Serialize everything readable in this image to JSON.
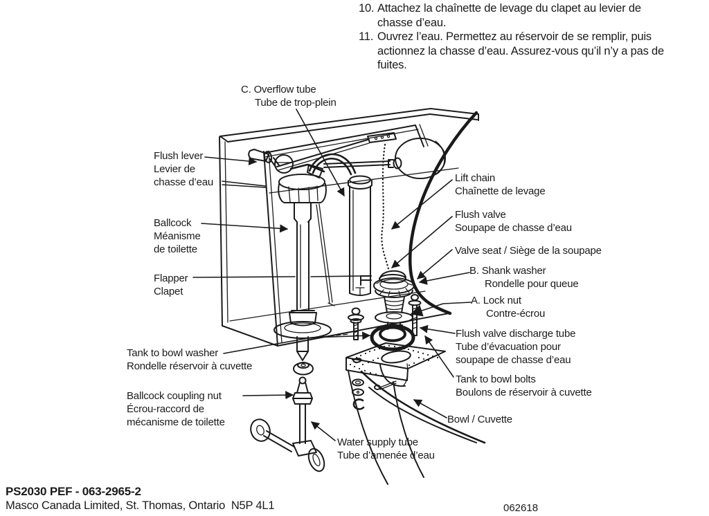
{
  "instructions": [
    {
      "num": "10.",
      "lines": [
        "Attachez la chaînette de levage du clapet au levier de",
        "chasse d’eau."
      ]
    },
    {
      "num": "11.",
      "lines": [
        "Ouvrez l’eau. Permettez au réservoir de se remplir, puis",
        "actionnez la chasse d’eau. Assurez-vous qu’il n’y a pas de",
        "fuites."
      ]
    }
  ],
  "labels": {
    "overflow": [
      "C. Overflow tube",
      "Tube de trop-plein"
    ],
    "flush_lever": [
      "Flush lever",
      "Levier de",
      "chasse d’eau"
    ],
    "ballcock": [
      "Ballcock",
      "Méanisme",
      "de toilette"
    ],
    "flapper": [
      "Flapper",
      "Clapet"
    ],
    "tank_washer": [
      "Tank to bowl washer",
      "Rondelle réservoir à cuvette"
    ],
    "coupling_nut": [
      "Ballcock coupling nut",
      "Écrou-raccord de",
      "mécanisme de toilette"
    ],
    "water_supply": [
      "Water supply tube",
      "Tube d’amenée d’eau"
    ],
    "lift_chain": [
      "Lift chain",
      "Chaînette de levage"
    ],
    "flush_valve": [
      "Flush valve",
      "Soupape de chasse d’eau"
    ],
    "valve_seat": [
      "Valve seat / Siège de la soupape"
    ],
    "shank_washer": [
      "B. Shank washer",
      "Rondelle pour queue"
    ],
    "lock_nut": [
      "A. Lock nut",
      "Contre-écrou"
    ],
    "discharge": [
      "Flush valve discharge tube",
      "Tube d’évacuation pour",
      "soupape de chasse d’eau"
    ],
    "bolts": [
      "Tank to bowl bolts",
      "Boulons de réservoir à cuvette"
    ],
    "bowl": [
      "Bowl / Cuvette"
    ]
  },
  "footer": {
    "part_number": "PS2030 PEF - 063-2965-2",
    "company": "Masco Canada Limited, St. Thomas, Ontario  N5P 4L1",
    "code": "062618"
  },
  "colors": {
    "ink": "#1a1a1a",
    "background": "#ffffff"
  }
}
